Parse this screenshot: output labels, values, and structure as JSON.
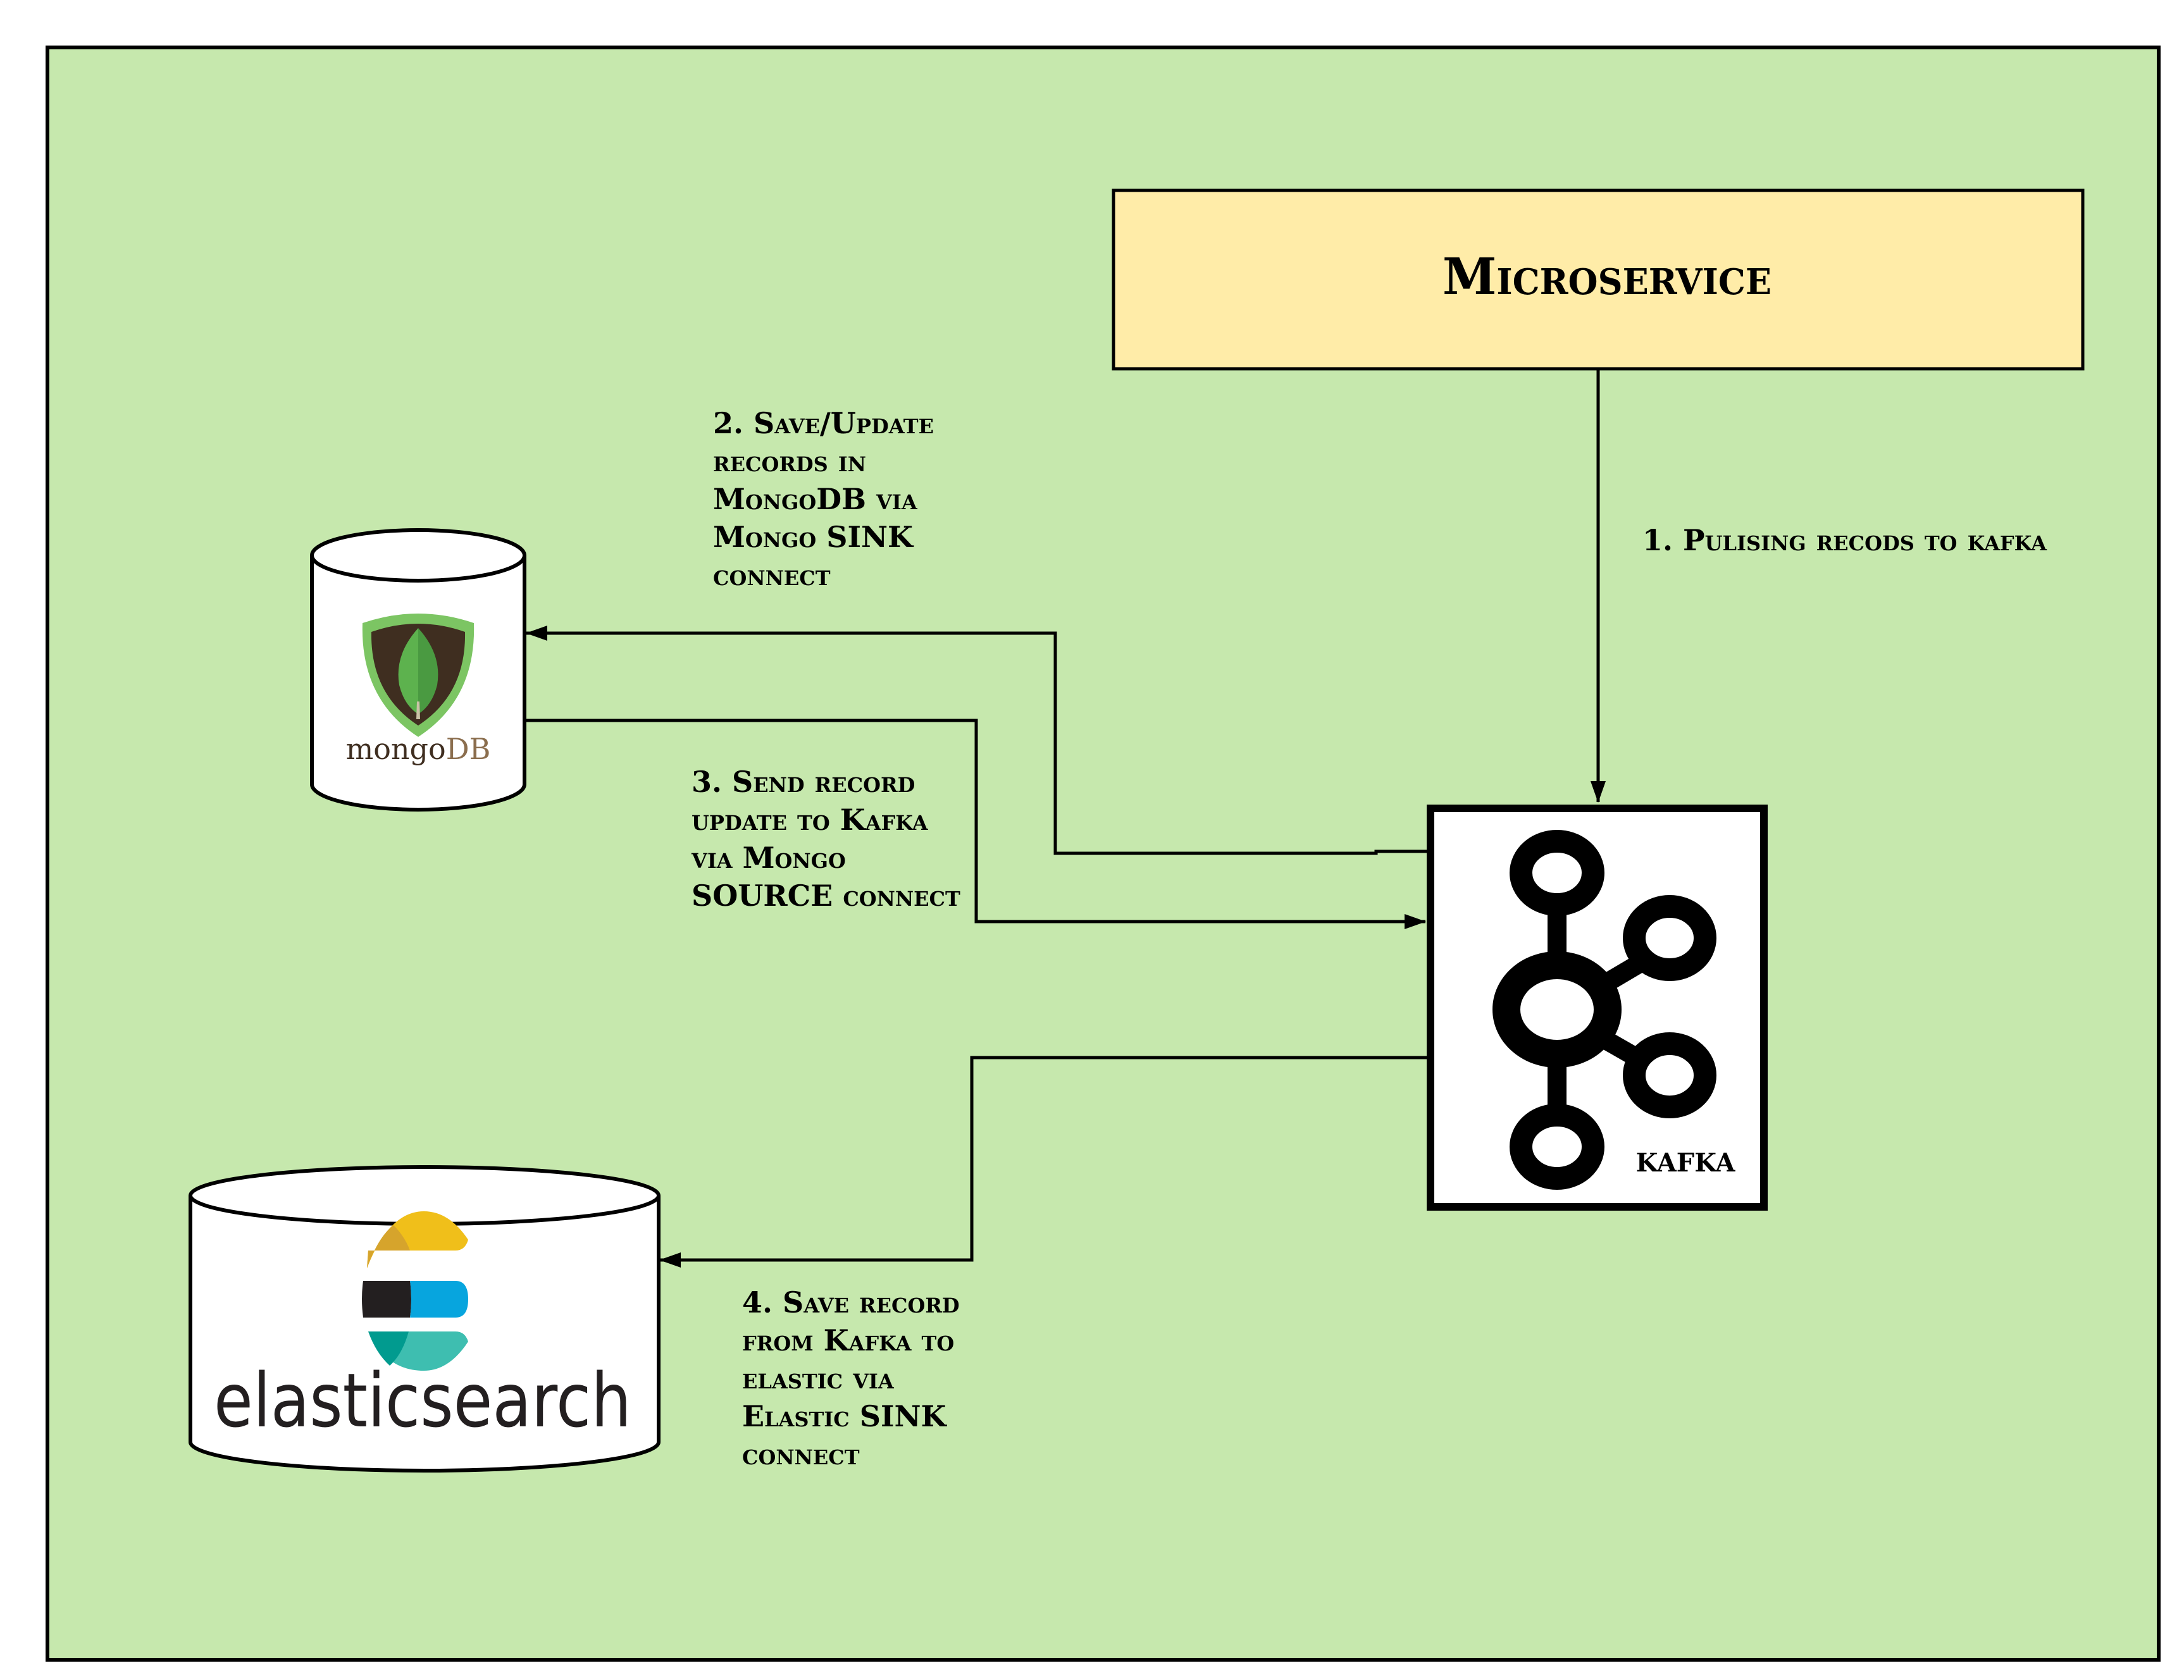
{
  "diagram": {
    "colors": {
      "background": "#C6E8AD",
      "microservice_fill": "#FFECA8",
      "node_fill": "#FFFFFF",
      "stroke": "#000000"
    },
    "nodes": {
      "microservice": {
        "label": "Microservice"
      },
      "kafka": {
        "label": "KAFKA",
        "icon": "kafka-logo-icon"
      },
      "mongodb": {
        "label_main": "mongo",
        "label_suffix": "DB",
        "icon": "mongodb-leaf-icon",
        "colors": {
          "shield_outer": "#7CC563",
          "shield_inner": "#3F2E20",
          "leaf_light": "#5DB24E",
          "leaf_dark": "#4A9A41",
          "text_main": "#3F2E20",
          "text_suffix": "#8B6E4E"
        }
      },
      "elasticsearch": {
        "label": "elasticsearch",
        "icon": "elasticsearch-logo-icon",
        "colors": {
          "yellow": "#F0BF1A",
          "yellow_dark": "#D6A42C",
          "black": "#231F20",
          "blue": "#07A5DE",
          "teal": "#3EBEB0",
          "teal_dark": "#019B8F",
          "text": "#231F20"
        }
      }
    },
    "edges": [
      {
        "id": "step1",
        "from": "microservice",
        "to": "kafka",
        "lines": [
          "1. Pulising recods to kafka"
        ]
      },
      {
        "id": "step2",
        "from": "kafka",
        "to": "mongodb",
        "lines": [
          "2. Save/Update",
          "records in",
          "MongoDB via",
          "Mongo SINK",
          "connect"
        ]
      },
      {
        "id": "step3",
        "from": "mongodb",
        "to": "kafka",
        "lines": [
          "3. Send record",
          "update to Kafka",
          "via Mongo",
          "SOURCE connect"
        ]
      },
      {
        "id": "step4",
        "from": "kafka",
        "to": "elasticsearch",
        "lines": [
          "4. Save record",
          "from Kafka to",
          "elastic via",
          "Elastic SINK",
          "connect"
        ]
      }
    ]
  }
}
